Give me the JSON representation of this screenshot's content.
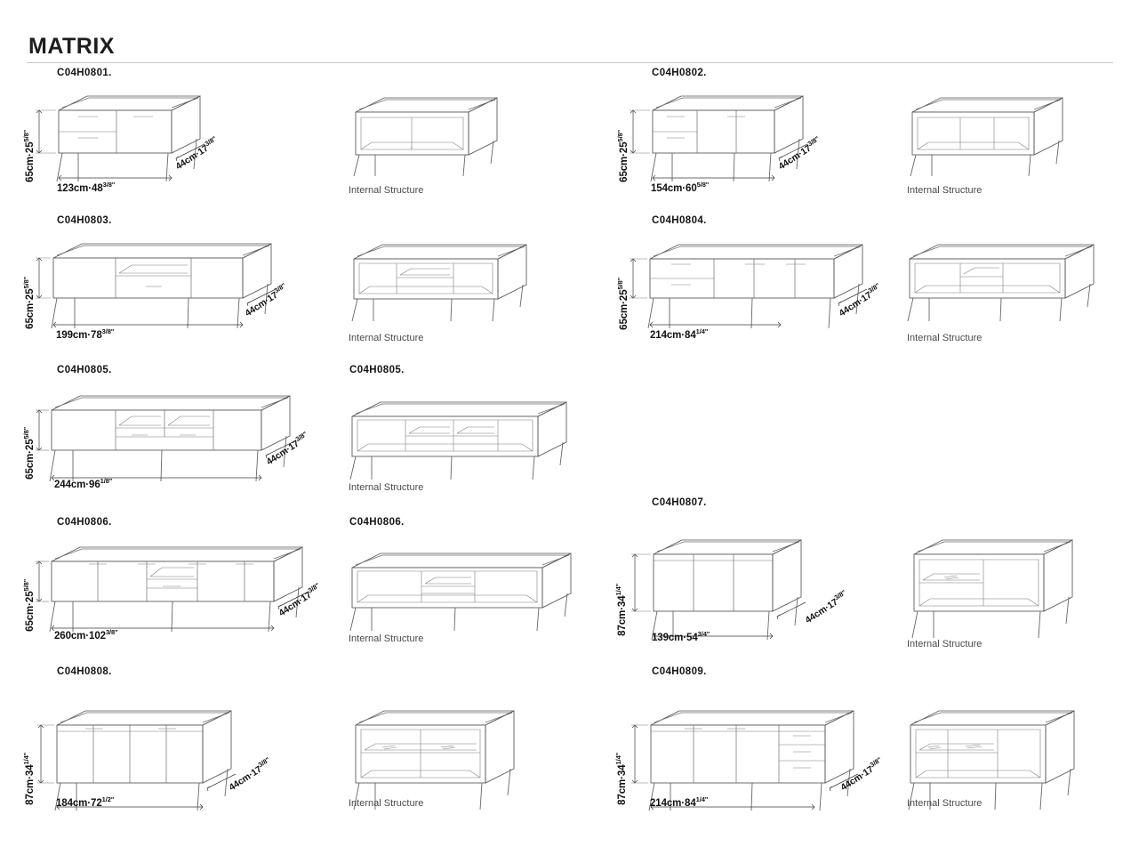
{
  "header": {
    "title": "MATRIX"
  },
  "labels": {
    "internal_structure": "Internal Structure",
    "depth_44": "44cm·17",
    "depth_44_frac": "3/8\"",
    "height_65": "65cm·25",
    "height_65_frac": "5/8\"",
    "height_87": "87cm·34",
    "height_87_frac": "1/4\""
  },
  "items": [
    {
      "code": "C04H0801.",
      "width_label": "123cm·48",
      "width_frac": "3/8\"",
      "height_label": "65cm·25",
      "height_frac": "5/8\"",
      "depth_label": "44cm·17",
      "depth_frac": "3/8\"",
      "internal_caption": "Internal Structure",
      "internal_code": "",
      "doors": 1,
      "drawers": 2,
      "compartments": 2
    },
    {
      "code": "C04H0802.",
      "width_label": "154cm·60",
      "width_frac": "5/8\"",
      "height_label": "65cm·25",
      "height_frac": "5/8\"",
      "depth_label": "44cm·17",
      "depth_frac": "3/8\"",
      "internal_caption": "Internal Structure",
      "internal_code": "",
      "doors": 2,
      "drawers": 2,
      "compartments": 3
    },
    {
      "code": "C04H0803.",
      "width_label": "199cm·78",
      "width_frac": "3/8\"",
      "height_label": "65cm·25",
      "height_frac": "5/8\"",
      "depth_label": "44cm·17",
      "depth_frac": "3/8\"",
      "internal_caption": "Internal Structure",
      "internal_code": "",
      "doors": 2,
      "drawers": 1,
      "compartments": 3
    },
    {
      "code": "C04H0804.",
      "width_label": "214cm·84",
      "width_frac": "1/4\"",
      "height_label": "65cm·25",
      "height_frac": "5/8\"",
      "depth_label": "44cm·17",
      "depth_frac": "3/8\"",
      "internal_caption": "Internal Structure",
      "internal_code": "",
      "doors": 3,
      "drawers": 2,
      "compartments": 4
    },
    {
      "code": "C04H0805.",
      "width_label": "244cm·96",
      "width_frac": "1/8\"",
      "height_label": "65cm·25",
      "height_frac": "5/8\"",
      "depth_label": "44cm·17",
      "depth_frac": "3/8\"",
      "internal_caption": "Internal Structure",
      "internal_code": "C04H0805.",
      "doors": 2,
      "drawers": 2,
      "compartments": 4
    },
    {
      "code": "C04H0806.",
      "width_label": "260cm·102",
      "width_frac": "3/8\"",
      "height_label": "65cm·25",
      "height_frac": "5/8\"",
      "depth_label": "44cm·17",
      "depth_frac": "3/8\"",
      "internal_caption": "Internal Structure",
      "internal_code": "C04H0806.",
      "doors": 4,
      "drawers": 1,
      "compartments": 3
    },
    {
      "code": "C04H0807.",
      "width_label": "139cm·54",
      "width_frac": "3/4\"",
      "height_label": "87cm·34",
      "height_frac": "1/4\"",
      "depth_label": "44cm·17",
      "depth_frac": "3/8\"",
      "internal_caption": "Internal Structure",
      "internal_code": "",
      "doors": 3,
      "drawers": 0,
      "compartments": 2
    },
    {
      "code": "C04H0808.",
      "width_label": "184cm·72",
      "width_frac": "1/2\"",
      "height_label": "87cm·34",
      "height_frac": "1/4\"",
      "depth_label": "44cm·17",
      "depth_frac": "3/8\"",
      "internal_caption": "Internal Structure",
      "internal_code": "",
      "doors": 4,
      "drawers": 0,
      "compartments": 2
    },
    {
      "code": "C04H0809.",
      "width_label": "214cm·84",
      "width_frac": "1/4\"",
      "height_label": "87cm·34",
      "height_frac": "1/4\"",
      "depth_label": "44cm·17",
      "depth_frac": "3/8\"",
      "internal_caption": "Internal Structure",
      "internal_code": "",
      "doors": 3,
      "drawers": 3,
      "compartments": 3
    }
  ]
}
